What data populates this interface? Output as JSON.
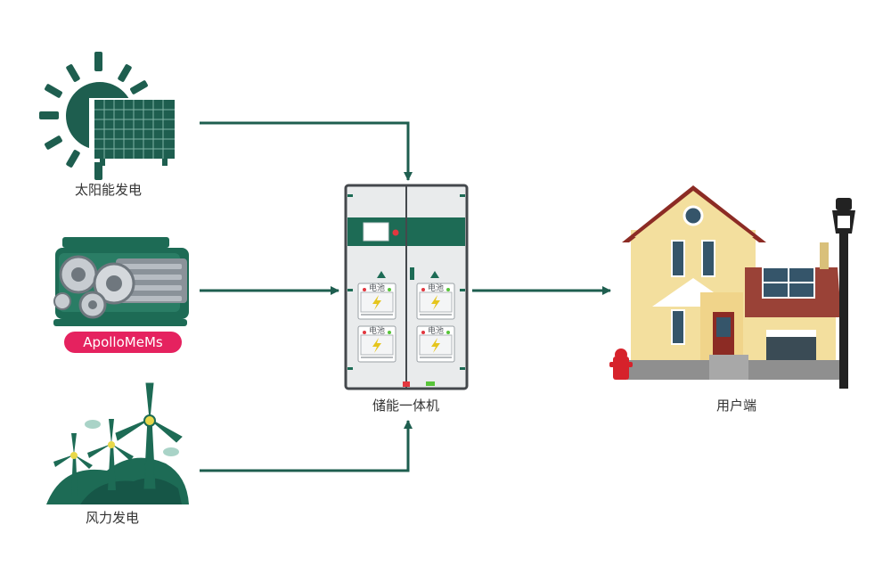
{
  "sources": {
    "solar": {
      "label": "太阳能发电"
    },
    "generator": {
      "label": "ApolloMeMs"
    },
    "wind": {
      "label": "风力发电"
    }
  },
  "storage": {
    "label": "储能一体机",
    "battery_label": "电池",
    "cells": 4
  },
  "consumer": {
    "label": "用户端"
  },
  "colors": {
    "arrow": "#1e5e4f",
    "cabinet_green": "#1d6b55",
    "badge": "#e5225f",
    "house_wall": "#f3df9e",
    "roof": "#8c2b24",
    "sun": "#1e5e4f"
  }
}
